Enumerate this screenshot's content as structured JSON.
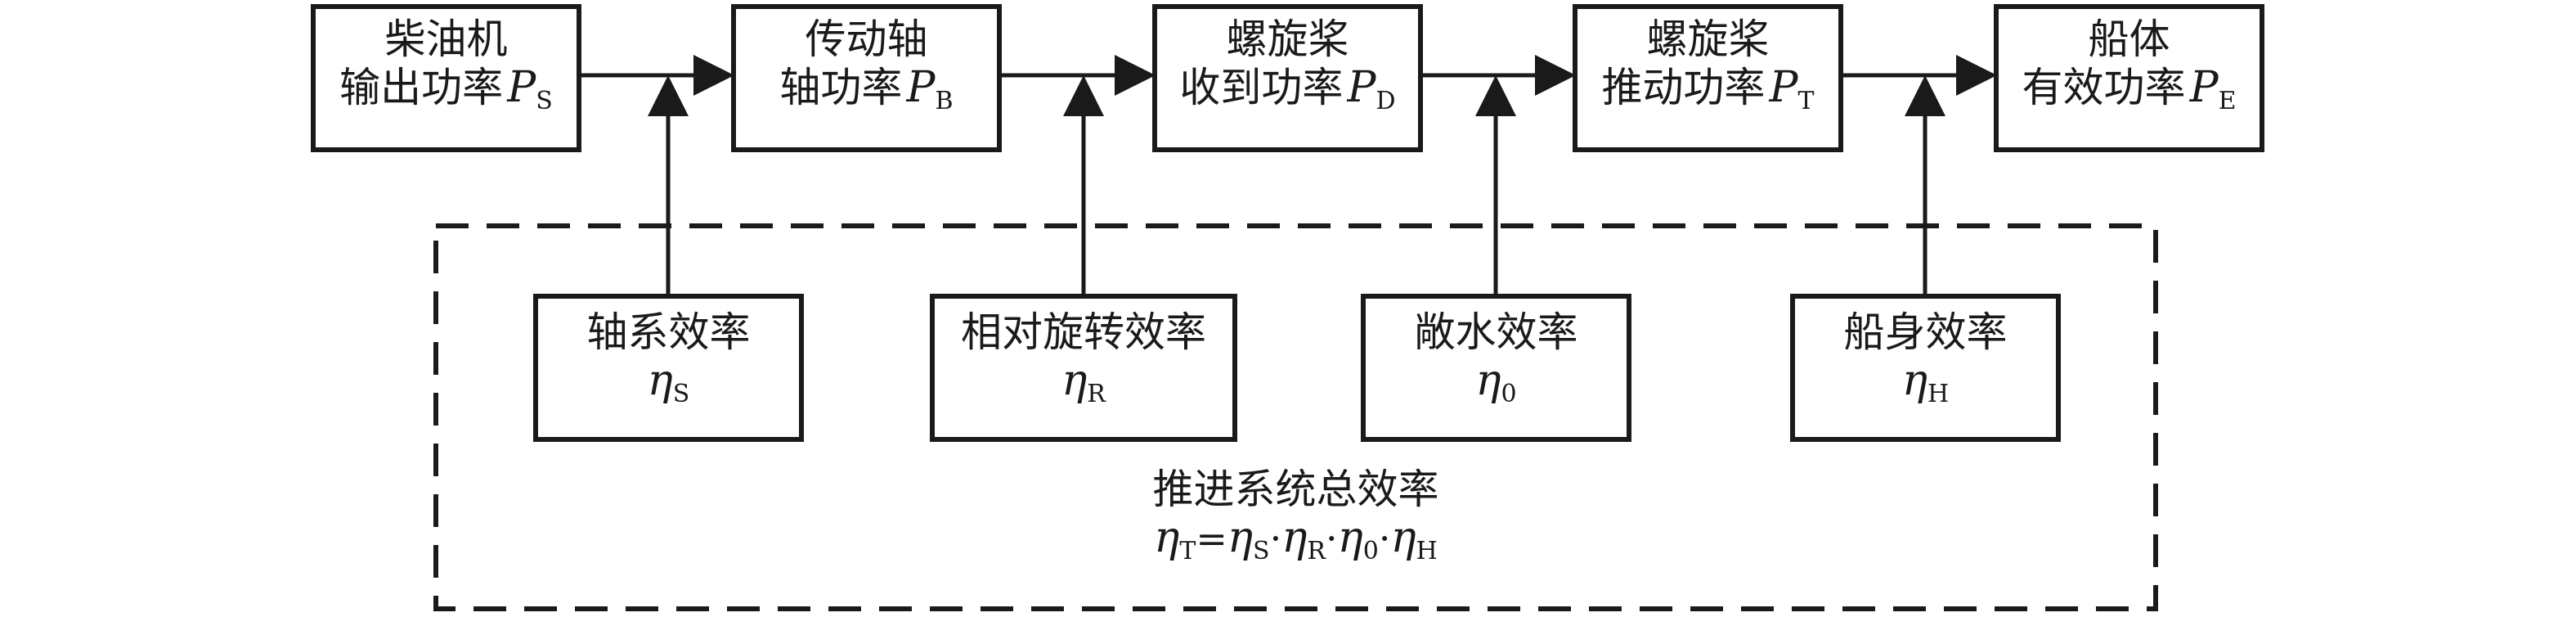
{
  "top_chain": [
    {
      "line1": "柴油机",
      "line2": "输出功率",
      "symbol": "P",
      "sub": "S"
    },
    {
      "line1": "传动轴",
      "line2": "轴功率",
      "symbol": "P",
      "sub": "B"
    },
    {
      "line1": "螺旋桨",
      "line2": "收到功率",
      "symbol": "P",
      "sub": "D"
    },
    {
      "line1": "螺旋桨",
      "line2": "推动功率",
      "symbol": "P",
      "sub": "T"
    },
    {
      "line1": "船体",
      "line2": "有效功率",
      "symbol": "P",
      "sub": "E"
    }
  ],
  "efficiencies": [
    {
      "label": "轴系效率",
      "symbol": "η",
      "sub": "S"
    },
    {
      "label": "相对旋转效率",
      "symbol": "η",
      "sub": "R"
    },
    {
      "label": "敞水效率",
      "symbol": "η",
      "sub": "0"
    },
    {
      "label": "船身效率",
      "symbol": "η",
      "sub": "H"
    }
  ],
  "total": {
    "label": "推进系统总效率",
    "terms": [
      {
        "symbol": "η",
        "sub": "T"
      },
      {
        "symbol": "η",
        "sub": "S"
      },
      {
        "symbol": "η",
        "sub": "R"
      },
      {
        "symbol": "η",
        "sub": "0"
      },
      {
        "symbol": "η",
        "sub": "H"
      }
    ],
    "equals": "=",
    "dot": "·"
  }
}
